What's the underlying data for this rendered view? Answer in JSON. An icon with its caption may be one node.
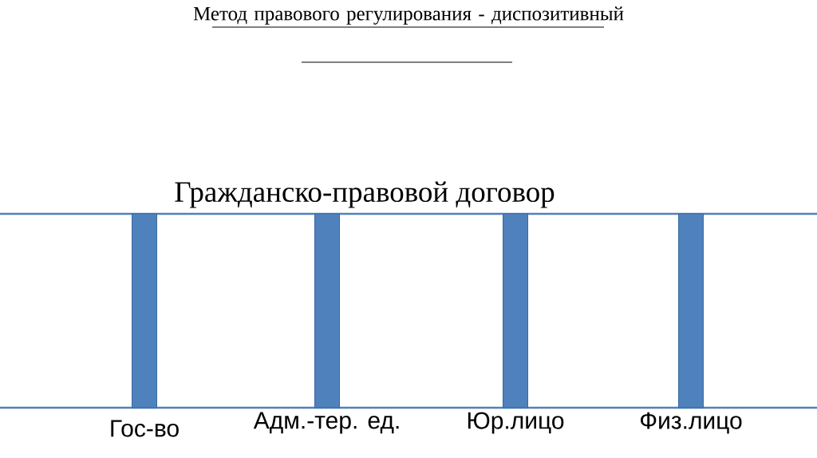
{
  "diagram": {
    "title": "Метод правового регулирования - диспозитивный",
    "nodes": [
      {
        "text": [],
        "shape": "bar",
        "beside": [
          "Гос-во"
        ]
      },
      {
        "text": [],
        "shape": "bar",
        "beside": [
          "Адм.-тер. ед."
        ]
      },
      {
        "text": [],
        "shape": "bar",
        "beside": [
          "Юр.лицо"
        ]
      },
      {
        "text": [],
        "shape": "bar",
        "beside": [
          "Физ.лицо"
        ]
      }
    ],
    "labels": [
      "Гражданско-правовой договор"
    ]
  }
}
